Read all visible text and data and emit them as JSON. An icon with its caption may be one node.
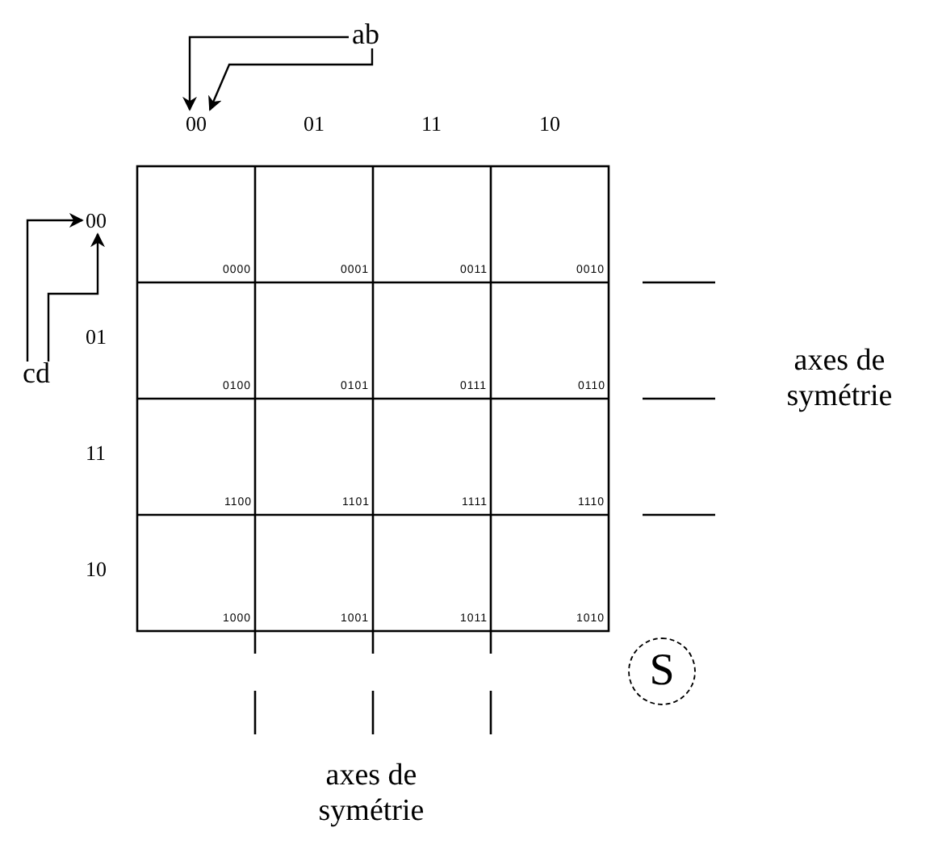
{
  "diagram": {
    "nodes": [
      {
        "text": [
          "ab"
        ]
      },
      {
        "text": [
          "cd"
        ]
      },
      {
        "text": [
          "00"
        ]
      },
      {
        "text": [
          "01"
        ]
      },
      {
        "text": [
          "11"
        ]
      },
      {
        "text": [
          "10"
        ]
      },
      {
        "text": [
          "00"
        ]
      },
      {
        "text": [
          "01"
        ]
      },
      {
        "text": [
          "11"
        ]
      },
      {
        "text": [
          "10"
        ]
      },
      {
        "text": [
          "0000"
        ]
      },
      {
        "text": [
          "0001"
        ]
      },
      {
        "text": [
          "0011"
        ]
      },
      {
        "text": [
          "0010"
        ]
      },
      {
        "text": [
          "0100"
        ]
      },
      {
        "text": [
          "0101"
        ]
      },
      {
        "text": [
          "0111"
        ]
      },
      {
        "text": [
          "0110"
        ]
      },
      {
        "text": [
          "1100"
        ]
      },
      {
        "text": [
          "1101"
        ]
      },
      {
        "text": [
          "1111"
        ]
      },
      {
        "text": [
          "1110"
        ]
      },
      {
        "text": [
          "1000"
        ]
      },
      {
        "text": [
          "1001"
        ]
      },
      {
        "text": [
          "1011"
        ]
      },
      {
        "text": [
          "1010"
        ]
      },
      {
        "text": [
          "S"
        ]
      }
    ],
    "edges": [
      {
        "from": 0,
        "to": 2,
        "arrow": "to"
      },
      {
        "from": 0,
        "to": 2,
        "arrow": "to"
      },
      {
        "from": 1,
        "to": 6,
        "arrow": "to"
      },
      {
        "from": 1,
        "to": 6,
        "arrow": "to"
      }
    ],
    "labels": [
      "axes de symétrie",
      "axes de symétrie"
    ]
  }
}
